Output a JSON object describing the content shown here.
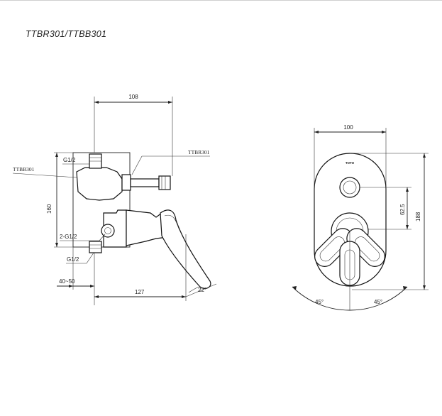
{
  "header": {
    "title": "TTBR301/TTBB301"
  },
  "side_view": {
    "dims": {
      "width_top": "108",
      "height_left": "160",
      "depth_range": "40~50",
      "depth_bottom": "127",
      "angle": "22°"
    },
    "labels": {
      "inlet_top": "G1/2",
      "model_left": "TTBB301",
      "model_right": "TTBR301",
      "inlet_mid": "2-G1/2",
      "inlet_bottom": "G1/2"
    }
  },
  "front_view": {
    "dims": {
      "width_top": "100",
      "height_right": "188",
      "center_offset": "62.5",
      "angle_left": "45°",
      "angle_right": "45°"
    },
    "labels": {
      "brand": "TOTO"
    }
  }
}
